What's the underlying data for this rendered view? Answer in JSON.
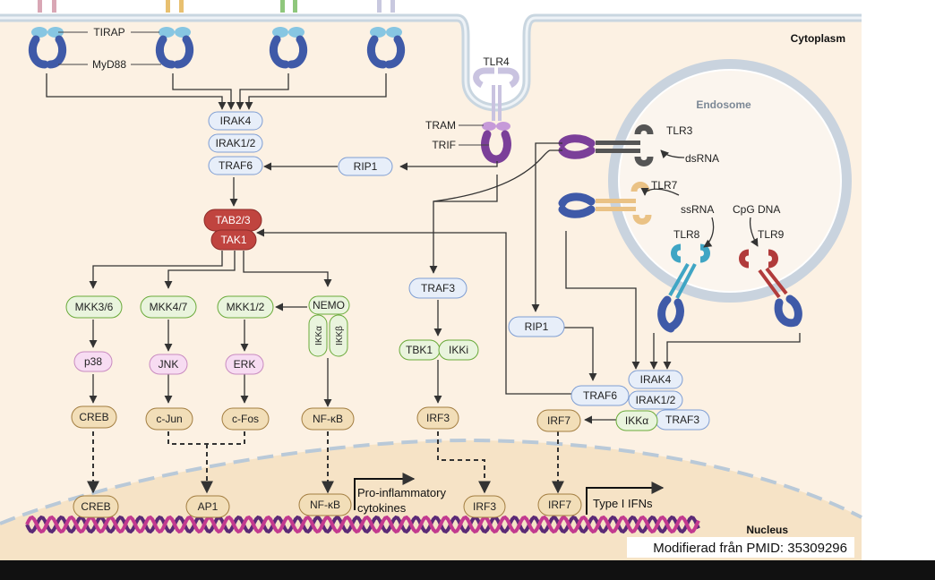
{
  "regions": {
    "cytoplasm": "Cytoplasm",
    "endosome": "Endosome",
    "nucleus": "Nucleus"
  },
  "receptors": {
    "tlr4": "TLR4",
    "tlr3": "TLR3",
    "tlr7": "TLR7",
    "tlr8": "TLR8",
    "tlr9": "TLR9"
  },
  "adaptors": {
    "tirap": "TIRAP",
    "myd88": "MyD88",
    "tram": "TRAM",
    "trif": "TRIF"
  },
  "ligands": {
    "dsrna": "dsRNA",
    "ssrna": "ssRNA",
    "cpg": "CpG DNA"
  },
  "nodes": {
    "irak4_left": "IRAK4",
    "irak12_left": "IRAK1/2",
    "traf6_left": "TRAF6",
    "rip1_top": "RIP1",
    "tab23": "TAB2/3",
    "tak1": "TAK1",
    "mkk36": "MKK3/6",
    "mkk47": "MKK4/7",
    "mkk12": "MKK1/2",
    "nemo": "NEMO",
    "ikka_left": "IKKα",
    "ikkb": "IKKβ",
    "p38": "p38",
    "jnk": "JNK",
    "erk": "ERK",
    "creb": "CREB",
    "cjun": "c-Jun",
    "cfos": "c-Fos",
    "nfkb": "NF-κB",
    "traf3_mid": "TRAF3",
    "tbk1": "TBK1",
    "ikki": "IKKi",
    "irf3": "IRF3",
    "rip1_right": "RIP1",
    "traf6_right": "TRAF6",
    "irak4_right": "IRAK4",
    "irak12_right": "IRAK1/2",
    "ikka_right": "IKKα",
    "traf3_right": "TRAF3",
    "irf7": "IRF7"
  },
  "nuclear": {
    "creb": "CREB",
    "ap1": "AP1",
    "nfkb": "NF-κB",
    "irf3": "IRF3",
    "irf7": "IRF7"
  },
  "outputs": {
    "proinflam_line1": "Pro-inflammatory",
    "proinflam_line2": "cytokines",
    "typeI": "Type I IFNs"
  },
  "source": "Modifierad från PMID: 35309296",
  "colors": {
    "cytoplasm_bg": "#fcf1e3",
    "nucleus_bg": "#f6e3c6",
    "membrane": "#c9d6e0",
    "node_blue_fill": "#e7eef9",
    "node_blue_stroke": "#7f9ed3",
    "node_red_fill": "#c0443f",
    "node_green_fill": "#e9f4dd",
    "node_green_stroke": "#6aaa3a",
    "node_pink_fill": "#f7dcf2",
    "node_pink_stroke": "#c98bc0",
    "node_tan_fill": "#f2deb8",
    "node_tan_stroke": "#a37e41",
    "dna_purple": "#5b2a76",
    "dna_magenta": "#c23a8f"
  }
}
